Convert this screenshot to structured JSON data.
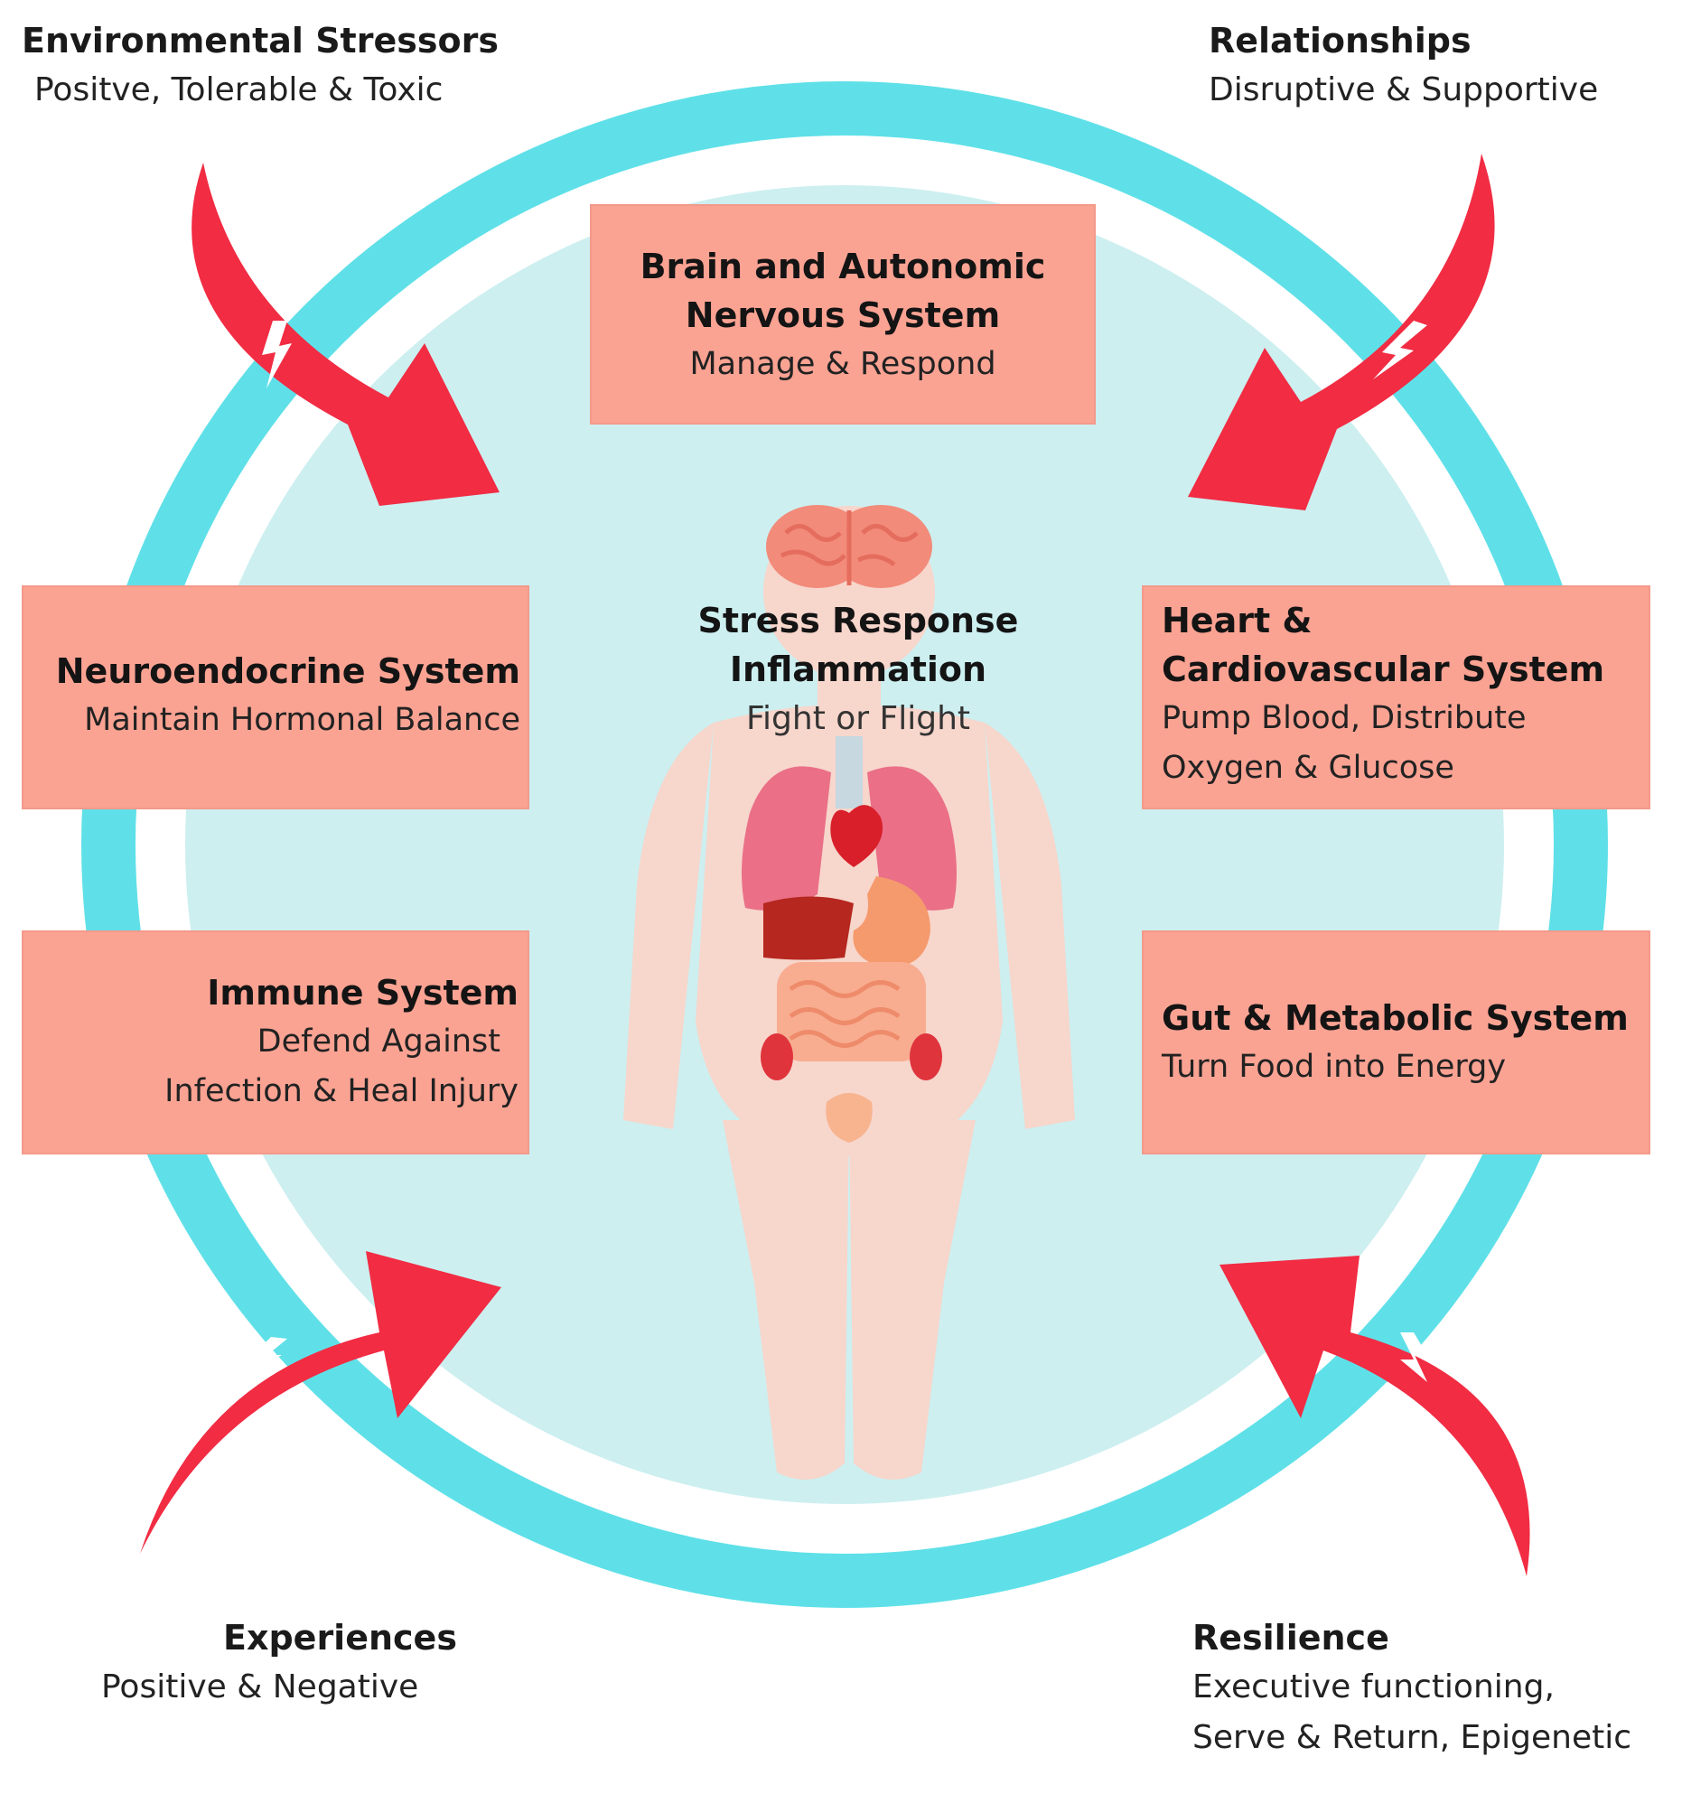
{
  "colors": {
    "ring": "#5fe0e8",
    "disc": "#cdeff0",
    "box": "#fba393",
    "arrow": "#f12c43",
    "body": "#f7d6cc"
  },
  "corners": {
    "environmental": {
      "title": "Environmental Stressors",
      "subtitle": "Positve, Tolerable & Toxic"
    },
    "relationships": {
      "title": "Relationships",
      "subtitle": "Disruptive & Supportive"
    },
    "experiences": {
      "title": "Experiences",
      "subtitle": "Positive & Negative"
    },
    "resilience": {
      "title": "Resilience",
      "line1": "Executive functioning,",
      "line2": "Serve & Return, Epigenetic"
    }
  },
  "boxes": {
    "brain": {
      "title1": "Brain and Autonomic",
      "title2": "Nervous System",
      "subtitle": "Manage & Respond"
    },
    "neuro": {
      "title": "Neuroendocrine System",
      "subtitle": "Maintain Hormonal Balance"
    },
    "heart": {
      "title1": "Heart &",
      "title2": "Cardiovascular System",
      "sub1": "Pump Blood, Distribute",
      "sub2": "Oxygen & Glucose"
    },
    "immune": {
      "title": "Immune System",
      "sub1": "Defend Against",
      "sub2": "Infection & Heal Injury"
    },
    "gut": {
      "title": "Gut & Metabolic System",
      "subtitle": "Turn Food into Energy"
    }
  },
  "center": {
    "line1": "Stress Response",
    "line2": "Inflammation",
    "line3": "Fight or Flight"
  },
  "icons": {
    "body": "human-body-illustration",
    "brain": "brain-icon",
    "lungs": "lungs-icon",
    "heart": "heart-icon",
    "stomach": "stomach-icon",
    "liver": "liver-icon",
    "intestines": "intestines-icon",
    "kidneys": "kidneys-icon",
    "bladder": "bladder-icon",
    "bolt": "lightning-bolt-icon"
  }
}
